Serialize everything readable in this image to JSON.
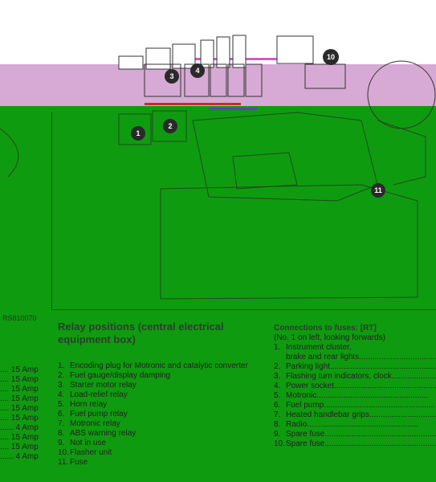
{
  "figure_ref": "RS810070",
  "callouts": [
    "1",
    "2",
    "3",
    "4",
    "10",
    "11"
  ],
  "left_amps": [
    "15 Amp",
    "15 Amp",
    "15 Amp",
    "15 Amp",
    "15 Amp",
    "15 Amp",
    "4 Amp",
    "15 Amp",
    "15 Amp",
    "4 Amp"
  ],
  "relay": {
    "title": "Relay positions (central electrical equipment box)",
    "items": [
      {
        "num": "1.",
        "label": "Encoding plug for Motronic and catalytic converter"
      },
      {
        "num": "2.",
        "label": "Fuel gauge/display damping"
      },
      {
        "num": "3.",
        "label": "Starter motor relay"
      },
      {
        "num": "4.",
        "label": "Load-relief relay"
      },
      {
        "num": "5.",
        "label": "Horn relay"
      },
      {
        "num": "6.",
        "label": "Fuel pump relay"
      },
      {
        "num": "7.",
        "label": "Motronic relay"
      },
      {
        "num": "8.",
        "label": "ABS warning relay"
      },
      {
        "num": "9.",
        "label": "Not in use"
      },
      {
        "num": "10.",
        "label": "Flasher unit"
      },
      {
        "num": "11.",
        "label": "Fuse"
      }
    ]
  },
  "connections": {
    "title": "Connections to fuses: [RT]",
    "subtitle": "(No. 1 on left, looking forwards)",
    "items": [
      {
        "num": "1.",
        "label": "Instrument cluster,"
      },
      {
        "num": "",
        "label": "brake and rear lights"
      },
      {
        "num": "2.",
        "label": "Parking light"
      },
      {
        "num": "3.",
        "label": "Flashing turn indicators, clock"
      },
      {
        "num": "4.",
        "label": "Power socket"
      },
      {
        "num": "5.",
        "label": "Motronic"
      },
      {
        "num": "6.",
        "label": "Fuel pump"
      },
      {
        "num": "7.",
        "label": "Heated handlebar grips"
      },
      {
        "num": "8.",
        "label": "Radio"
      },
      {
        "num": "9.",
        "label": "Spare fuse"
      },
      {
        "num": "10.",
        "label": "Spare fuse"
      }
    ]
  },
  "colors": {
    "pink": "#d7a9d5",
    "green": "#0f9b0f",
    "ink": "#2a2a2a"
  }
}
